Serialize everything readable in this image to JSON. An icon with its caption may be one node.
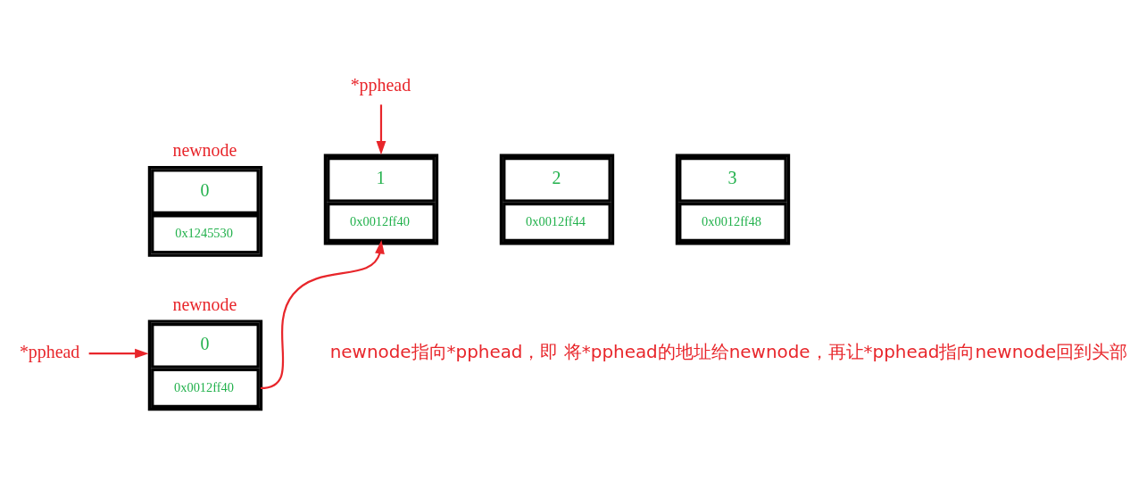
{
  "diagram": {
    "nodes": [
      {
        "text": [
          "*pphead"
        ]
      },
      {
        "text": [
          "0",
          "0x1245530"
        ],
        "beside": [
          "newnode"
        ]
      },
      {
        "text": [
          "1",
          "0x0012ff40"
        ]
      },
      {
        "text": [
          "2",
          "0x0012ff44"
        ]
      },
      {
        "text": [
          "3",
          "0x0012ff48"
        ]
      },
      {
        "text": [
          "*pphead"
        ]
      },
      {
        "text": [
          "0",
          "0x0012ff40"
        ],
        "beside": [
          "newnode"
        ]
      }
    ],
    "edges": [
      {
        "from": 0,
        "to": 2,
        "arrow": "to"
      },
      {
        "from": 5,
        "to": 6,
        "arrow": "to"
      },
      {
        "from": 6,
        "to": 2,
        "arrow": "to"
      }
    ],
    "labels": [
      "newnode指向*pphead，即 将*pphead的地址给newnode，再让*pphead指向newnode回到头部"
    ]
  }
}
